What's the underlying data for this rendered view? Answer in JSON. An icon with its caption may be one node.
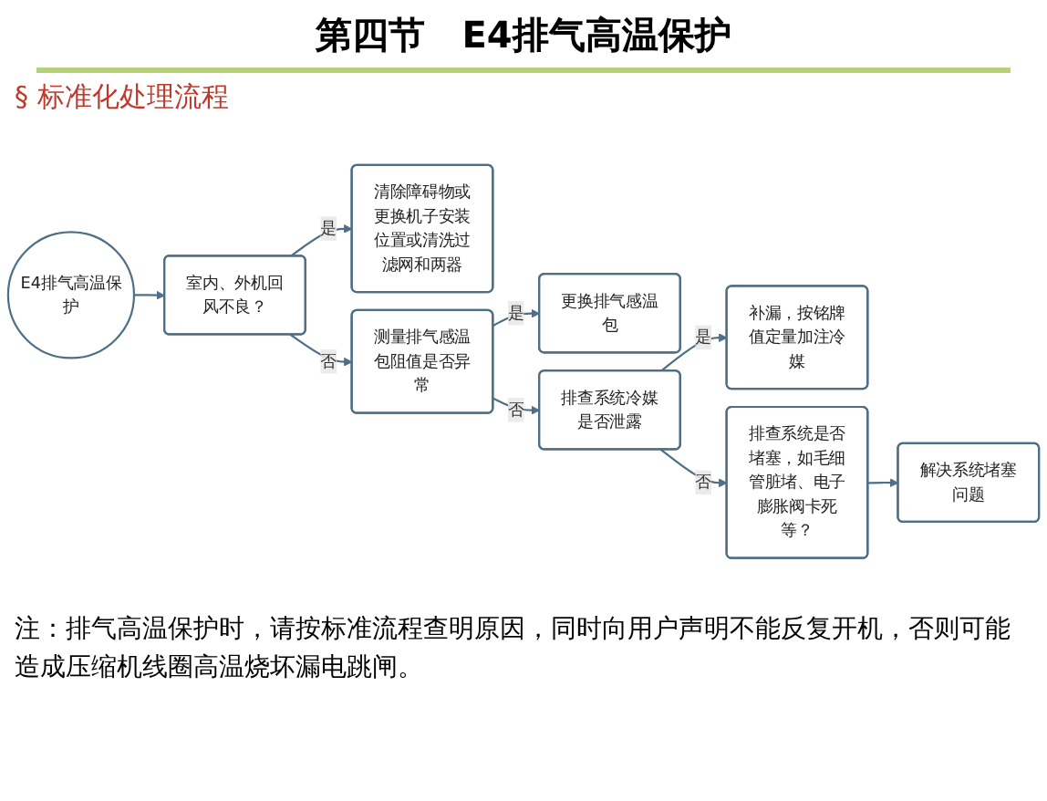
{
  "diagram": {
    "title": "第四节　E4排气高温保护",
    "nodes": [
      {
        "text": [
          "E4排气高温保护"
        ]
      },
      {
        "text": [
          "室内、外机回风不良？"
        ]
      },
      {
        "text": [
          "清除障碍物或更换机子安装位置或清洗过滤网和两器"
        ]
      },
      {
        "text": [
          "测量排气感温包阻值是否异常"
        ]
      },
      {
        "text": [
          "更换排气感温包"
        ]
      },
      {
        "text": [
          "排查系统冷媒是否泄露"
        ]
      },
      {
        "text": [
          "补漏，按铭牌值定量加注冷媒"
        ]
      },
      {
        "text": [
          "排查系统是否堵塞，如毛细管脏堵、电子膨胀阀卡死等？"
        ]
      },
      {
        "text": [
          "解决系统堵塞问题"
        ]
      }
    ],
    "edges": [
      {
        "from": 0,
        "to": 1,
        "arrow": "to"
      },
      {
        "from": 1,
        "to": 2,
        "arrow": "to",
        "label": "是"
      },
      {
        "from": 1,
        "to": 3,
        "arrow": "to",
        "label": "否"
      },
      {
        "from": 3,
        "to": 4,
        "arrow": "to",
        "label": "是"
      },
      {
        "from": 3,
        "to": 5,
        "arrow": "to",
        "label": "否"
      },
      {
        "from": 5,
        "to": 6,
        "arrow": "to",
        "label": "是"
      },
      {
        "from": 5,
        "to": 7,
        "arrow": "to",
        "label": "否"
      },
      {
        "from": 7,
        "to": 8,
        "arrow": "to"
      }
    ],
    "labels": [
      "§ 标准化处理流程",
      "注：排气高温保护时，请按标准流程查明原因，同时向用户声明不能反复开机，否则可能造成压缩机线圈高温烧坏漏电跳闸。"
    ]
  }
}
